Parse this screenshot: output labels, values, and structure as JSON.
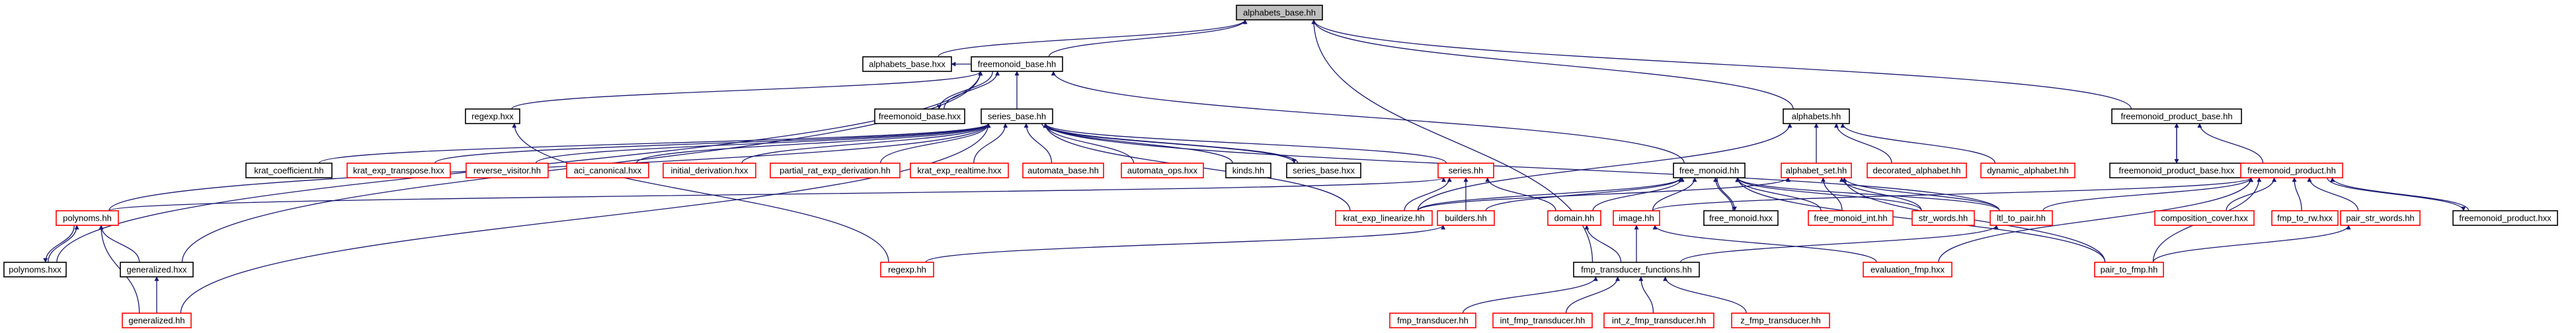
{
  "diagram": {
    "type": "include-dependency-graph",
    "edge_color": "#191970",
    "colors": {
      "black": "#000000",
      "red": "#ff0000",
      "focus_fill": "#bfbfbf"
    },
    "nodes": [
      {
        "id": "alphabets_base_hh",
        "label": "alphabets_base.hh",
        "style": "focus"
      },
      {
        "id": "alphabets_base_hxx",
        "label": "alphabets_base.hxx",
        "style": "black"
      },
      {
        "id": "freemonoid_base_hh",
        "label": "freemonoid_base.hh",
        "style": "black"
      },
      {
        "id": "regexp_hxx",
        "label": "regexp.hxx",
        "style": "black"
      },
      {
        "id": "freemonoid_base_hxx",
        "label": "freemonoid_base.hxx",
        "style": "black"
      },
      {
        "id": "series_base_hh",
        "label": "series_base.hh",
        "style": "black"
      },
      {
        "id": "alphabets_hh",
        "label": "alphabets.hh",
        "style": "black"
      },
      {
        "id": "freemonoid_product_base_hh",
        "label": "freemonoid_product_base.hh",
        "style": "black"
      },
      {
        "id": "freemonoid_product_base_hxx",
        "label": "freemonoid_product_base.hxx",
        "style": "black"
      },
      {
        "id": "krat_coefficient_hh",
        "label": "krat_coefficient.hh",
        "style": "black"
      },
      {
        "id": "krat_exp_transpose_hxx",
        "label": "krat_exp_transpose.hxx",
        "style": "red"
      },
      {
        "id": "reverse_visitor_hh",
        "label": "reverse_visitor.hh",
        "style": "red"
      },
      {
        "id": "aci_canonical_hxx",
        "label": "aci_canonical.hxx",
        "style": "red"
      },
      {
        "id": "initial_derivation_hxx",
        "label": "initial_derivation.hxx",
        "style": "red"
      },
      {
        "id": "partial_rat_exp_derivation_hh",
        "label": "partial_rat_exp_derivation.hh",
        "style": "red"
      },
      {
        "id": "krat_exp_realtime_hxx",
        "label": "krat_exp_realtime.hxx",
        "style": "red"
      },
      {
        "id": "automata_base_hh",
        "label": "automata_base.hh",
        "style": "red"
      },
      {
        "id": "automata_ops_hxx",
        "label": "automata_ops.hxx",
        "style": "red"
      },
      {
        "id": "kinds_hh",
        "label": "kinds.hh",
        "style": "black"
      },
      {
        "id": "series_base_hxx",
        "label": "series_base.hxx",
        "style": "black"
      },
      {
        "id": "series_hh",
        "label": "series.hh",
        "style": "red"
      },
      {
        "id": "free_monoid_hh",
        "label": "free_monoid.hh",
        "style": "black"
      },
      {
        "id": "alphabet_set_hh",
        "label": "alphabet_set.hh",
        "style": "red"
      },
      {
        "id": "decorated_alphabet_hh",
        "label": "decorated_alphabet.hh",
        "style": "red"
      },
      {
        "id": "dynamic_alphabet_hh",
        "label": "dynamic_alphabet.hh",
        "style": "red"
      },
      {
        "id": "freemonoid_product_hh",
        "label": "freemonoid_product.hh",
        "style": "red"
      },
      {
        "id": "polynoms_hh",
        "label": "polynoms.hh",
        "style": "red"
      },
      {
        "id": "polynoms_hxx",
        "label": "polynoms.hxx",
        "style": "black"
      },
      {
        "id": "generalized_hxx",
        "label": "generalized.hxx",
        "style": "black"
      },
      {
        "id": "generalized_hh",
        "label": "generalized.hh",
        "style": "red"
      },
      {
        "id": "krat_exp_linearize_hh",
        "label": "krat_exp_linearize.hh",
        "style": "red"
      },
      {
        "id": "builders_hh",
        "label": "builders.hh",
        "style": "red"
      },
      {
        "id": "domain_hh",
        "label": "domain.hh",
        "style": "red"
      },
      {
        "id": "image_hh",
        "label": "image.hh",
        "style": "red"
      },
      {
        "id": "free_monoid_hxx",
        "label": "free_monoid.hxx",
        "style": "black"
      },
      {
        "id": "free_monoid_int_hh",
        "label": "free_monoid_int.hh",
        "style": "red"
      },
      {
        "id": "str_words_hh",
        "label": "str_words.hh",
        "style": "red"
      },
      {
        "id": "ltl_to_pair_hh",
        "label": "ltl_to_pair.hh",
        "style": "red"
      },
      {
        "id": "composition_cover_hxx",
        "label": "composition_cover.hxx",
        "style": "red"
      },
      {
        "id": "fmp_to_rw_hxx",
        "label": "fmp_to_rw.hxx",
        "style": "red"
      },
      {
        "id": "pair_str_words_hh",
        "label": "pair_str_words.hh",
        "style": "red"
      },
      {
        "id": "freemonoid_product_hxx",
        "label": "freemonoid_product.hxx",
        "style": "black"
      },
      {
        "id": "regexp_hh",
        "label": "regexp.hh",
        "style": "red"
      },
      {
        "id": "fmp_transducer_functions_hh",
        "label": "fmp_transducer_functions.hh",
        "style": "black"
      },
      {
        "id": "evaluation_fmp_hxx",
        "label": "evaluation_fmp.hxx",
        "style": "red"
      },
      {
        "id": "pair_to_fmp_hh",
        "label": "pair_to_fmp.hh",
        "style": "red"
      },
      {
        "id": "fmp_transducer_hh",
        "label": "fmp_transducer.hh",
        "style": "red"
      },
      {
        "id": "int_fmp_transducer_hh",
        "label": "int_fmp_transducer.hh",
        "style": "red"
      },
      {
        "id": "int_z_fmp_transducer_hh",
        "label": "int_z_fmp_transducer.hh",
        "style": "red"
      },
      {
        "id": "z_fmp_transducer_hh",
        "label": "z_fmp_transducer.hh",
        "style": "red"
      }
    ],
    "edges": [
      [
        "alphabets_base_hxx",
        "alphabets_base_hh"
      ],
      [
        "freemonoid_base_hh",
        "alphabets_base_hh"
      ],
      [
        "freemonoid_base_hh",
        "alphabets_base_hxx"
      ],
      [
        "alphabets_hh",
        "alphabets_base_hh"
      ],
      [
        "freemonoid_product_base_hh",
        "alphabets_base_hh"
      ],
      [
        "fmp_transducer_functions_hh",
        "alphabets_base_hh"
      ],
      [
        "freemonoid_base_hxx",
        "freemonoid_base_hh"
      ],
      [
        "series_base_hh",
        "freemonoid_base_hh"
      ],
      [
        "regexp_hxx",
        "freemonoid_base_hh"
      ],
      [
        "free_monoid_hh",
        "freemonoid_base_hh"
      ],
      [
        "polynoms_hxx",
        "freemonoid_base_hh"
      ],
      [
        "generalized_hxx",
        "freemonoid_base_hh"
      ],
      [
        "freemonoid_base_hh",
        "freemonoid_base_hxx"
      ],
      [
        "regexp_hh",
        "regexp_hxx"
      ],
      [
        "krat_coefficient_hh",
        "series_base_hh"
      ],
      [
        "krat_exp_transpose_hxx",
        "series_base_hh"
      ],
      [
        "reverse_visitor_hh",
        "series_base_hh"
      ],
      [
        "aci_canonical_hxx",
        "series_base_hh"
      ],
      [
        "initial_derivation_hxx",
        "series_base_hh"
      ],
      [
        "partial_rat_exp_derivation_hh",
        "series_base_hh"
      ],
      [
        "krat_exp_realtime_hxx",
        "series_base_hh"
      ],
      [
        "automata_base_hh",
        "series_base_hh"
      ],
      [
        "automata_ops_hxx",
        "series_base_hh"
      ],
      [
        "kinds_hh",
        "series_base_hh"
      ],
      [
        "series_base_hxx",
        "series_base_hh"
      ],
      [
        "series_hh",
        "series_base_hh"
      ],
      [
        "krat_exp_linearize_hh",
        "series_base_hh"
      ],
      [
        "ltl_to_pair_hh",
        "series_base_hh"
      ],
      [
        "polynoms_hh",
        "series_base_hh"
      ],
      [
        "generalized_hh",
        "series_base_hh"
      ],
      [
        "series_base_hh",
        "series_base_hxx"
      ],
      [
        "alphabet_set_hh",
        "alphabets_hh"
      ],
      [
        "decorated_alphabet_hh",
        "alphabets_hh"
      ],
      [
        "dynamic_alphabet_hh",
        "alphabets_hh"
      ],
      [
        "krat_exp_linearize_hh",
        "alphabets_hh"
      ],
      [
        "freemonoid_product_base_hxx",
        "freemonoid_product_base_hh"
      ],
      [
        "freemonoid_product_hh",
        "freemonoid_product_base_hh"
      ],
      [
        "freemonoid_product_base_hh",
        "freemonoid_product_base_hxx"
      ],
      [
        "krat_exp_linearize_hh",
        "series_hh"
      ],
      [
        "builders_hh",
        "series_hh"
      ],
      [
        "domain_hh",
        "series_hh"
      ],
      [
        "polynoms_hh",
        "series_hh"
      ],
      [
        "free_monoid_hxx",
        "free_monoid_hh"
      ],
      [
        "free_monoid_int_hh",
        "free_monoid_hh"
      ],
      [
        "str_words_hh",
        "free_monoid_hh"
      ],
      [
        "ltl_to_pair_hh",
        "free_monoid_hh"
      ],
      [
        "krat_exp_linearize_hh",
        "free_monoid_hh"
      ],
      [
        "builders_hh",
        "free_monoid_hh"
      ],
      [
        "domain_hh",
        "free_monoid_hh"
      ],
      [
        "image_hh",
        "free_monoid_hh"
      ],
      [
        "pair_to_fmp_hh",
        "free_monoid_hh"
      ],
      [
        "free_monoid_hh",
        "free_monoid_hxx"
      ],
      [
        "free_monoid_int_hh",
        "alphabet_set_hh"
      ],
      [
        "str_words_hh",
        "alphabet_set_hh"
      ],
      [
        "ltl_to_pair_hh",
        "alphabet_set_hh"
      ],
      [
        "krat_exp_linearize_hh",
        "alphabet_set_hh"
      ],
      [
        "pair_to_fmp_hh",
        "alphabet_set_hh"
      ],
      [
        "freemonoid_product_hxx",
        "freemonoid_product_hh"
      ],
      [
        "composition_cover_hxx",
        "freemonoid_product_hh"
      ],
      [
        "fmp_to_rw_hxx",
        "freemonoid_product_hh"
      ],
      [
        "pair_str_words_hh",
        "freemonoid_product_hh"
      ],
      [
        "ltl_to_pair_hh",
        "freemonoid_product_hh"
      ],
      [
        "image_hh",
        "freemonoid_product_hh"
      ],
      [
        "evaluation_fmp_hxx",
        "freemonoid_product_hh"
      ],
      [
        "pair_to_fmp_hh",
        "freemonoid_product_hh"
      ],
      [
        "freemonoid_product_hh",
        "freemonoid_product_hxx"
      ],
      [
        "polynoms_hxx",
        "polynoms_hh"
      ],
      [
        "generalized_hxx",
        "polynoms_hh"
      ],
      [
        "generalized_hh",
        "polynoms_hh"
      ],
      [
        "polynoms_hh",
        "polynoms_hxx"
      ],
      [
        "generalized_hh",
        "generalized_hxx"
      ],
      [
        "regexp_hh",
        "builders_hh"
      ],
      [
        "fmp_transducer_functions_hh",
        "domain_hh"
      ],
      [
        "fmp_transducer_functions_hh",
        "image_hh"
      ],
      [
        "evaluation_fmp_hxx",
        "image_hh"
      ],
      [
        "fmp_transducer_functions_hh",
        "ltl_to_pair_hh"
      ],
      [
        "pair_to_fmp_hh",
        "pair_str_words_hh"
      ],
      [
        "fmp_transducer_hh",
        "fmp_transducer_functions_hh"
      ],
      [
        "int_fmp_transducer_hh",
        "fmp_transducer_functions_hh"
      ],
      [
        "int_z_fmp_transducer_hh",
        "fmp_transducer_functions_hh"
      ],
      [
        "z_fmp_transducer_hh",
        "fmp_transducer_functions_hh"
      ]
    ]
  }
}
